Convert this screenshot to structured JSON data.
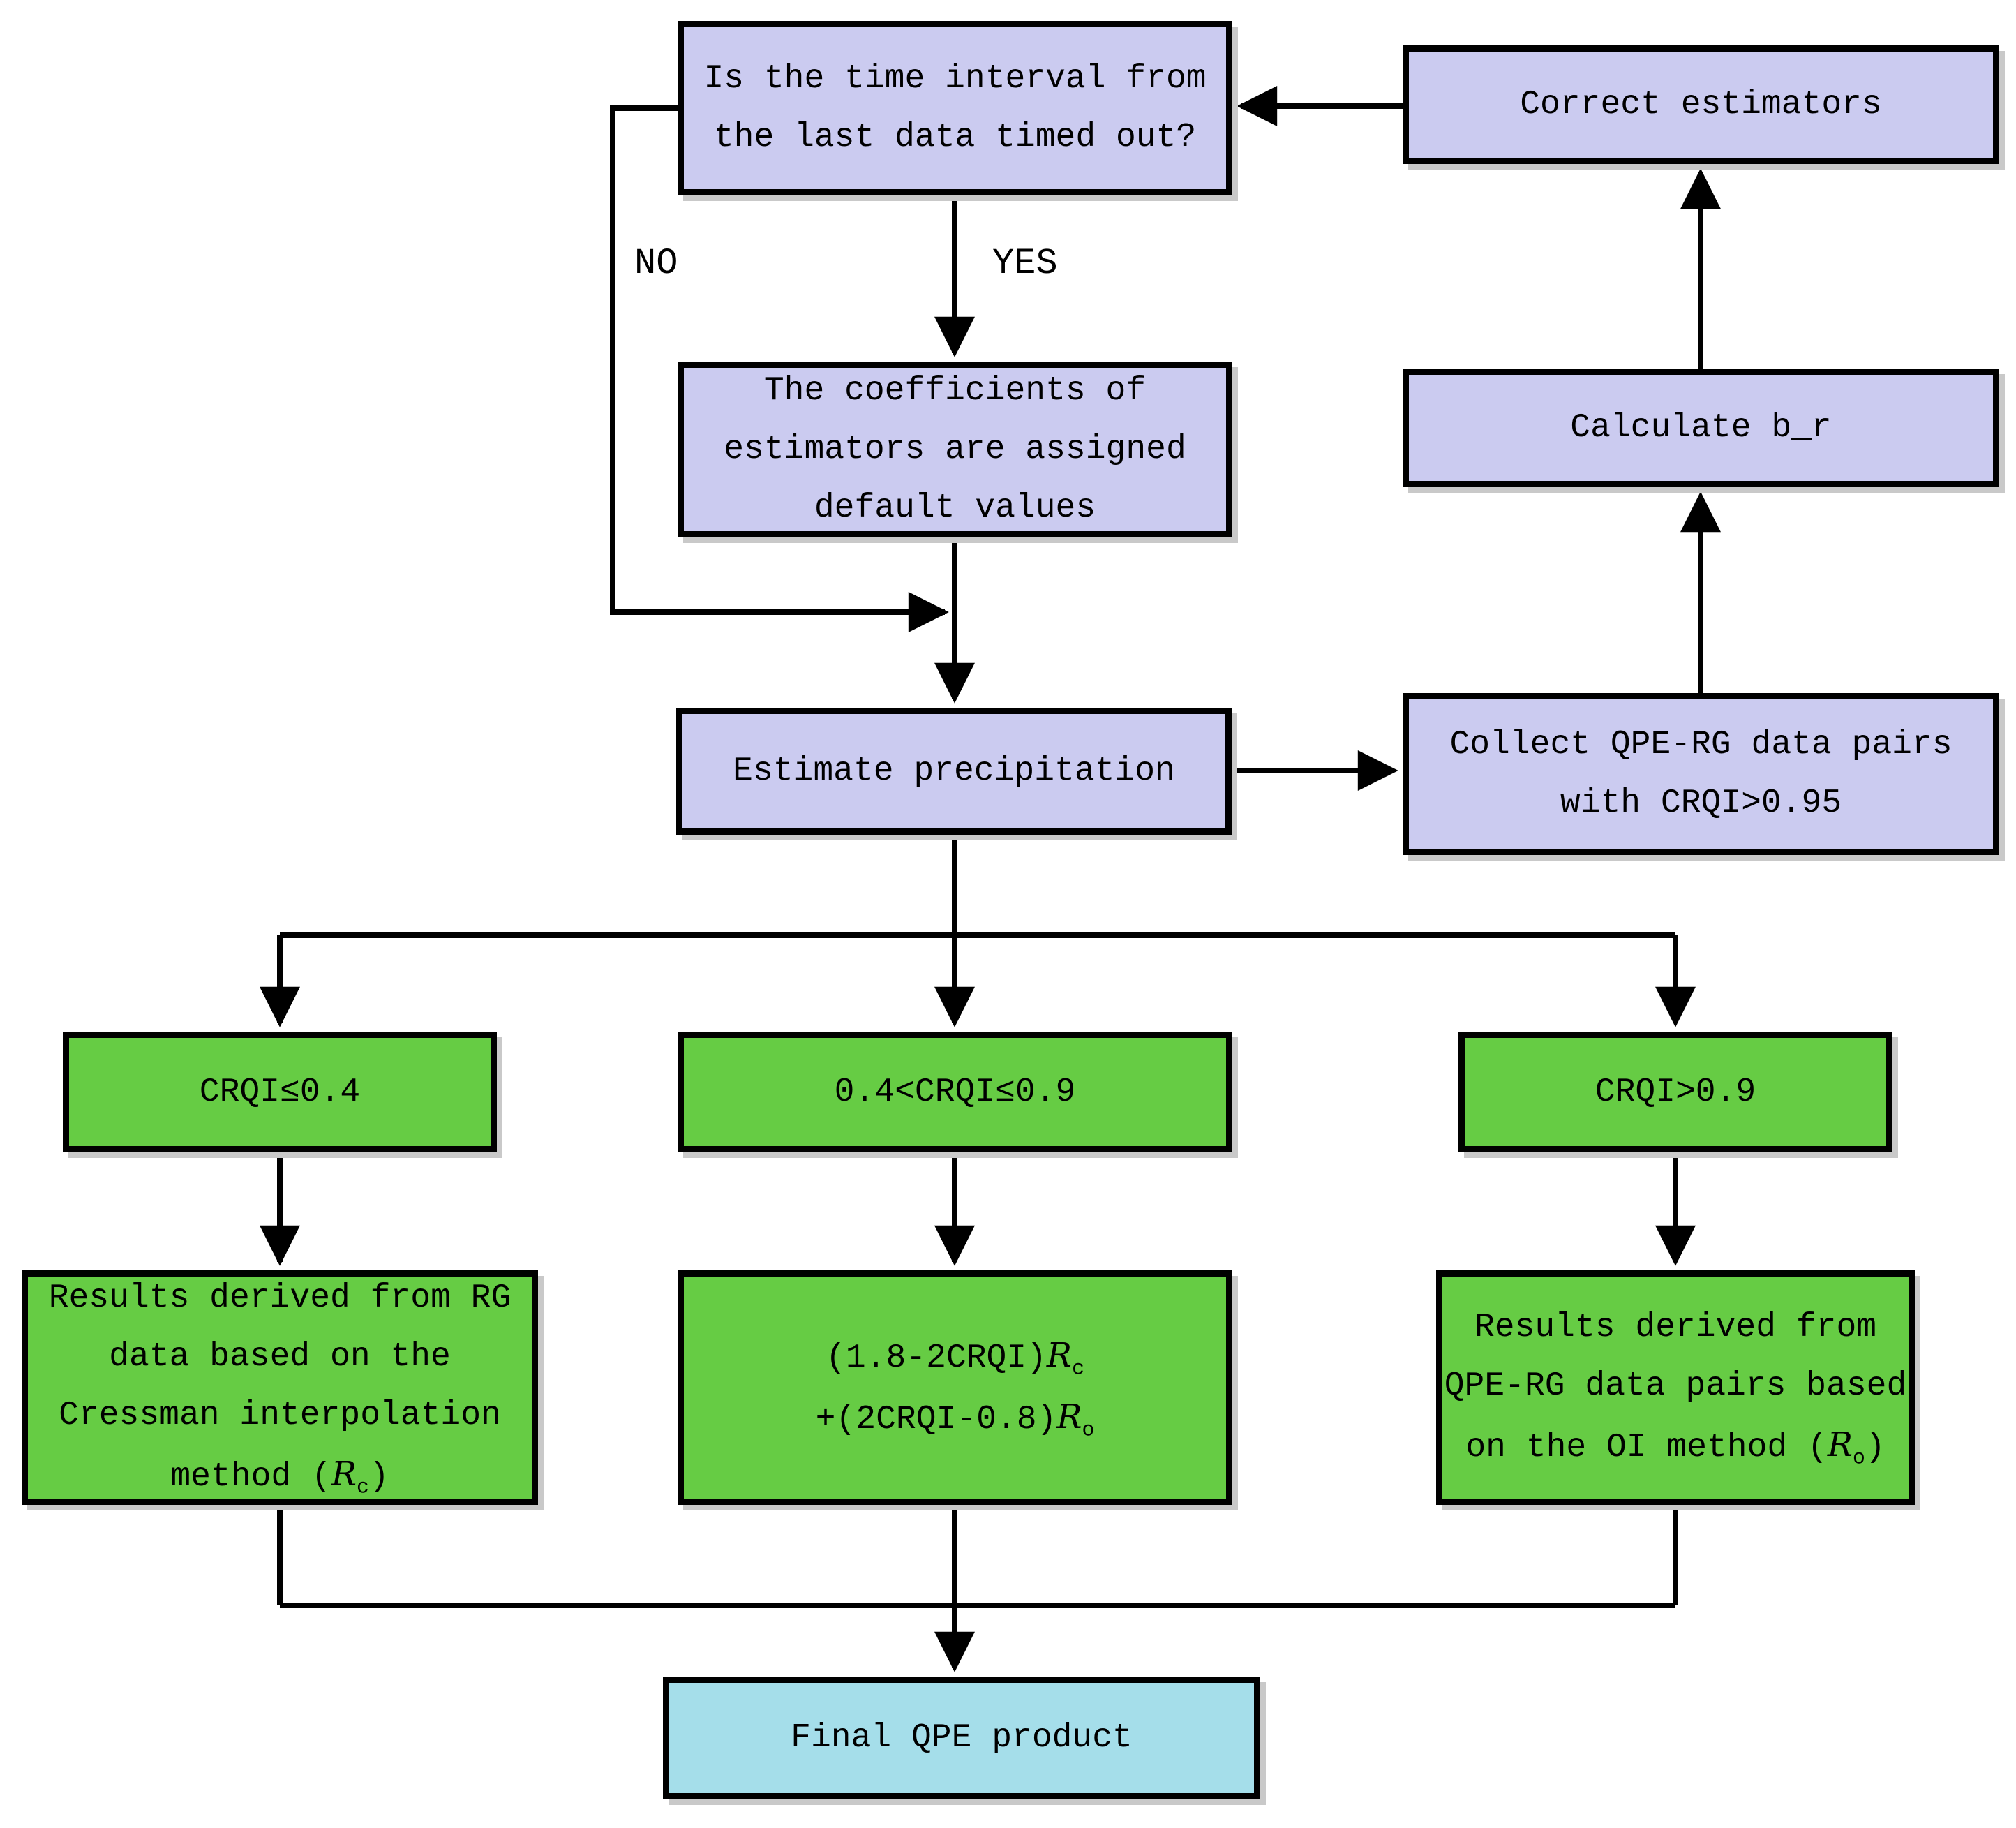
{
  "diagram": {
    "colors": {
      "process_fill": "#cbcbf0",
      "condition_fill": "#66cc44",
      "final_fill": "#a5deea",
      "line_color": "#000000",
      "background": "#ffffff"
    },
    "edge_labels": {
      "no": "NO",
      "yes": "YES"
    },
    "nodes": {
      "top_question": {
        "line1": "Is the time interval from",
        "line2": "the last data timed out?"
      },
      "correct_estimators": {
        "label": "Correct estimators"
      },
      "coefficients": {
        "line1": "The coefficients of",
        "line2": "estimators are assigned",
        "line3": "default values"
      },
      "calculate_br": {
        "label": "Calculate b_r"
      },
      "estimate_precipitation": {
        "label": "Estimate precipitation"
      },
      "collect_pairs": {
        "line1": "Collect QPE-RG data pairs",
        "line2": "with CRQI>0.95"
      },
      "cond_low": {
        "label": "CRQI≤0.4"
      },
      "cond_mid": {
        "label": "0.4<CRQI≤0.9"
      },
      "cond_high": {
        "label": "CRQI>0.9"
      },
      "result_low": {
        "line1": "Results derived from RG",
        "line2": "data based on the",
        "line3": "Cressman interpolation",
        "line4_pre": "method (",
        "var1": "R",
        "sub1": "c",
        "line4_post": ")"
      },
      "result_mid": {
        "line1_pre": "(1.8-2CRQI)",
        "var1": "R",
        "sub1": "c",
        "line2_pre": "+(2CRQI-0.8)",
        "var2": "R",
        "sub2": "o"
      },
      "result_high": {
        "line1": "Results derived from",
        "line2": "QPE-RG data pairs based",
        "line3_pre": "on the OI method (",
        "var1": "R",
        "sub1": "o",
        "line3_post": ")"
      },
      "final_product": {
        "label": "Final QPE product"
      }
    }
  }
}
